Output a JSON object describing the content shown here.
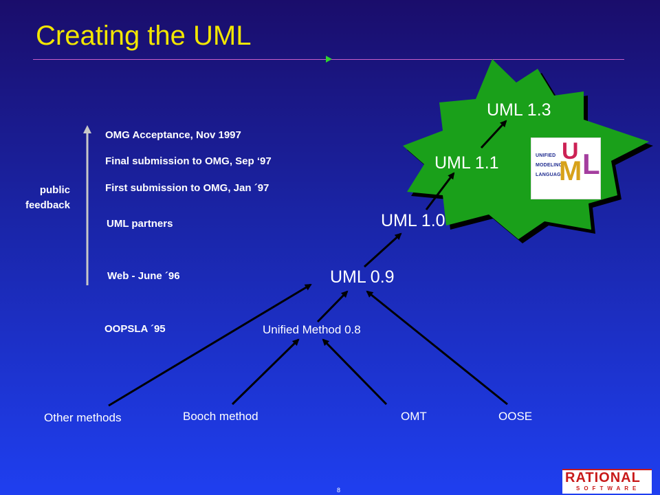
{
  "slide": {
    "title": "Creating the UML",
    "page_number": "8"
  },
  "timeline": {
    "feedback_label_1": "public",
    "feedback_label_2": "feedback",
    "items": [
      "OMG Acceptance, Nov 1997",
      "Final submission to OMG, Sep ‘97",
      "First submission to OMG, Jan ´97",
      "UML partners",
      "Web - June ´96",
      "OOPSLA ´95"
    ]
  },
  "nodes": {
    "uml13": "UML 1.3",
    "uml11": "UML 1.1",
    "uml10": "UML 1.0",
    "uml09": "UML 0.9",
    "unified08": "Unified Method 0.8",
    "other": "Other methods",
    "booch": "Booch method",
    "omt": "OMT",
    "oose": "OOSE"
  },
  "logos": {
    "uml_logo_lines": [
      "UNIFIED",
      "MODELING",
      "LANGUAGE"
    ],
    "uml_logo_letters": [
      "U",
      "M",
      "L"
    ],
    "rational_line1": "RATIONAL",
    "rational_line2": "SOFTWARE"
  },
  "colors": {
    "title": "#f2e600",
    "star_fill": "#1aa01a",
    "accent_rule": "#c85fc8"
  }
}
